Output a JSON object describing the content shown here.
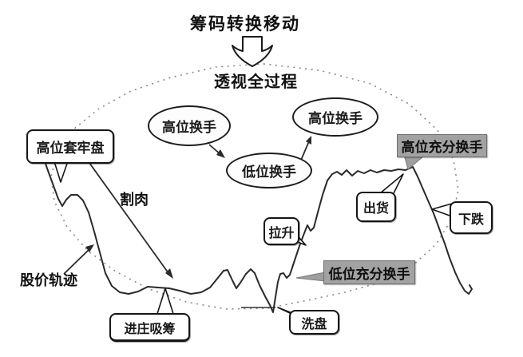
{
  "header": {
    "title": "筹码转换移动",
    "subtitle": "透视全过程",
    "flow_icon": "down-block-arrow"
  },
  "bubbles": [
    {
      "label": "高位换手"
    },
    {
      "label": "低位换手"
    },
    {
      "label": "高位换手"
    }
  ],
  "callout_boxes": {
    "trapped": "高位套牢盘",
    "absorb": "进庄吸筹",
    "pull_up": "拉升",
    "washout": "洗盘",
    "distribute": "出货",
    "decline": "下跌"
  },
  "highlight_labels": {
    "high_full_turnover": "高位充分换手",
    "low_full_turnover": "低位充分换手"
  },
  "text_annotations": {
    "cut_loss": "割肉",
    "price_trajectory": "股价轨迹"
  },
  "colors": {
    "ink": "#1a1a1a",
    "price_line": "#2a2a2a",
    "highlight_bg": "#a2a2a2",
    "dashed_ellipse": "#8a8a8a",
    "background": "#ffffff"
  }
}
